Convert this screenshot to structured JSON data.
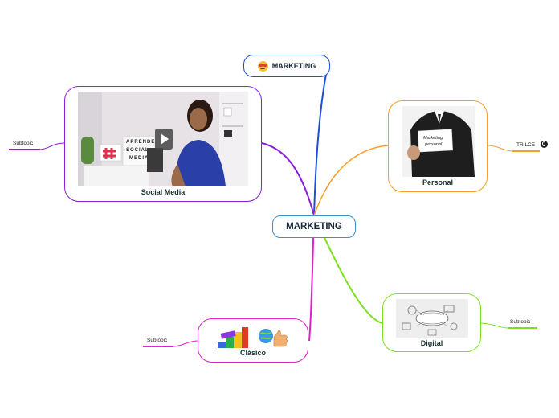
{
  "central": {
    "label": "MARKETING"
  },
  "top_node": {
    "label": "MARKETING",
    "icon": "heart-eyes-emoji-icon"
  },
  "branches": {
    "social_media": {
      "label": "Social Media",
      "image_text": "APRENDE SOCIAL MEDIA",
      "subtopic": "Subtopic",
      "color": "#8a1ee0"
    },
    "personal": {
      "label": "Personal",
      "image_text": "Marketing personal",
      "subtopic": "TRILCE",
      "color": "#f5a023"
    },
    "digital": {
      "label": "Digital",
      "subtopic": "Subtopic",
      "color": "#7ce020"
    },
    "clasico": {
      "label": "Clásico",
      "subtopic": "Subtopic",
      "color": "#e020c8"
    }
  },
  "colors": {
    "central_border": "#3a8fd0",
    "top_branch": "#1f4fd8"
  }
}
